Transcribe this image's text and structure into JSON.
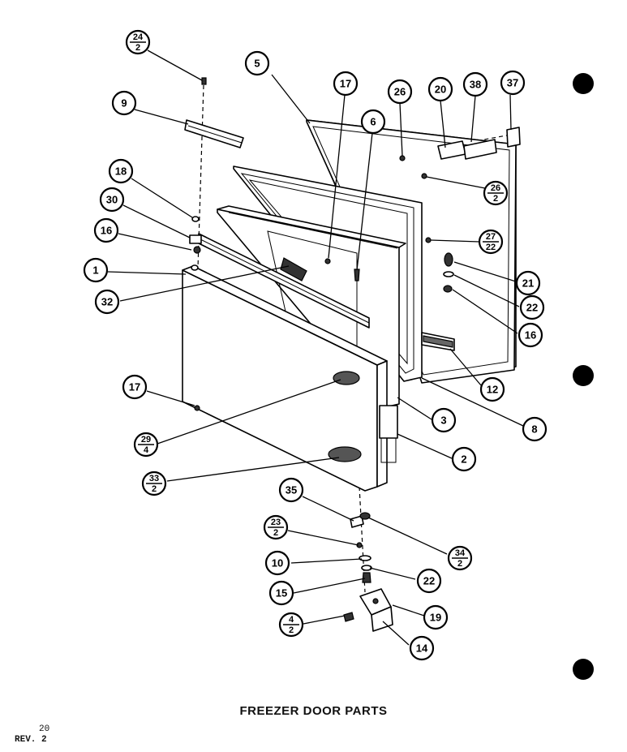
{
  "title": "FREEZER DOOR PARTS",
  "page_number": "20",
  "revision": "REV. 2",
  "callouts": [
    {
      "label": "24",
      "qty": "2"
    },
    {
      "label": "9"
    },
    {
      "label": "18"
    },
    {
      "label": "30"
    },
    {
      "label": "16"
    },
    {
      "label": "1"
    },
    {
      "label": "32"
    },
    {
      "label": "17"
    },
    {
      "label": "29",
      "qty": "4"
    },
    {
      "label": "33",
      "qty": "2"
    },
    {
      "label": "5"
    },
    {
      "label": "17"
    },
    {
      "label": "6"
    },
    {
      "label": "26"
    },
    {
      "label": "20"
    },
    {
      "label": "38"
    },
    {
      "label": "37"
    },
    {
      "label": "26",
      "qty": "2"
    },
    {
      "label": "27",
      "qty": "22"
    },
    {
      "label": "21"
    },
    {
      "label": "22"
    },
    {
      "label": "16"
    },
    {
      "label": "12"
    },
    {
      "label": "8"
    },
    {
      "label": "3"
    },
    {
      "label": "2"
    },
    {
      "label": "35"
    },
    {
      "label": "34",
      "qty": "2"
    },
    {
      "label": "23",
      "qty": "2"
    },
    {
      "label": "10"
    },
    {
      "label": "22"
    },
    {
      "label": "15"
    },
    {
      "label": "19"
    },
    {
      "label": "4",
      "qty": "2"
    },
    {
      "label": "14"
    }
  ]
}
